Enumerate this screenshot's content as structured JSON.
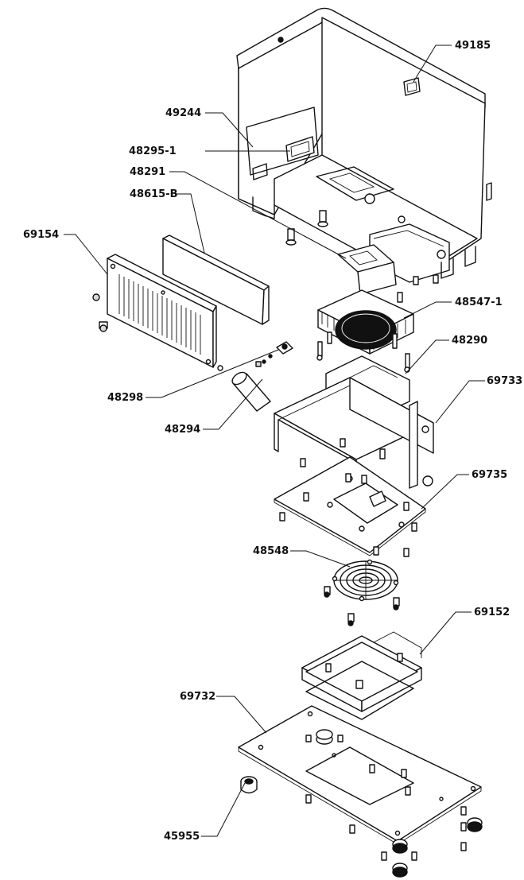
{
  "labels": {
    "p49185": "49185",
    "p49244": "49244",
    "p48295_1": "48295-1",
    "p48291": "48291",
    "p48615_b": "48615-B",
    "p69154": "69154",
    "p48547_1": "48547-1",
    "p48290": "48290",
    "p69733": "69733",
    "p48298": "48298",
    "p48294": "48294",
    "p69735": "69735",
    "p48548": "48548",
    "p69152": "69152",
    "p69732": "69732",
    "p45955": "45955"
  }
}
